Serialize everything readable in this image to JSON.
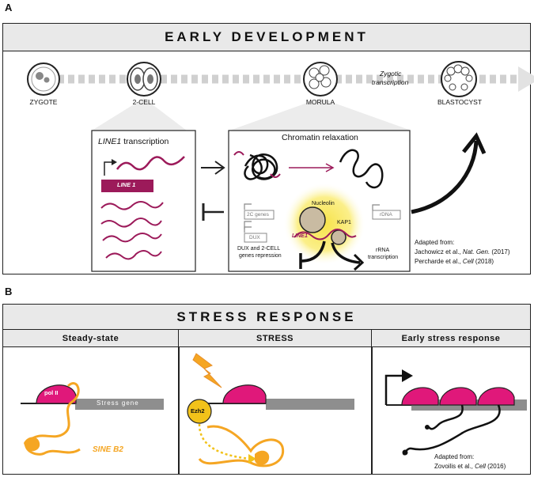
{
  "panel_a": {
    "letter": "A",
    "title": "EARLY DEVELOPMENT",
    "stages": [
      "ZYGOTE",
      "2-CELL",
      "MORULA",
      "BLASTOCYST"
    ],
    "zygotic_1": "Zygotic",
    "zygotic_2": "transcription",
    "line1_box": {
      "title_italic": "LINE1",
      "title_rest": " transcription",
      "gene_label": "LINE 1"
    },
    "chromatin_box": {
      "title": "Chromatin relaxation",
      "nucleolin": "Nucleolin",
      "kap1": "KAP1",
      "line1": "LINE1",
      "gene_2c": "2C genes",
      "gene_dux": "DUX",
      "repression_1": "DUX and 2-CELL",
      "repression_2": "genes repression",
      "rdna": "rDNA",
      "rrna_1": "rRNA",
      "rrna_2": "transcription"
    },
    "ref": {
      "line1": "Adapted from:",
      "line2_pre": "Jachowicz et al., ",
      "line2_ital": "Nat. Gen.",
      "line2_post": " (2017)",
      "line3_pre": "Percharde et al., ",
      "line3_ital": "Cell",
      "line3_post": " (2018)"
    }
  },
  "panel_b": {
    "letter": "B",
    "title": "STRESS RESPONSE",
    "columns": [
      "Steady-state",
      "STRESS",
      "Early stress response"
    ],
    "pol2": "pol II",
    "stress_gene": "Stress gene",
    "sine_b2": "SINE B2",
    "ezh2": "Ezh2",
    "ref": {
      "line1": "Adapted from:",
      "line2_pre": "Zovoilis et al., ",
      "line2_ital": "Cell",
      "line2_post": " (2016)"
    }
  },
  "colors": {
    "magenta": "#e0187a",
    "rna": "#9c1a5a",
    "orange": "#f5a623",
    "yellow": "#f2c21a",
    "gray_box": "#8e8e8e",
    "banner": "#e9e9e9"
  }
}
